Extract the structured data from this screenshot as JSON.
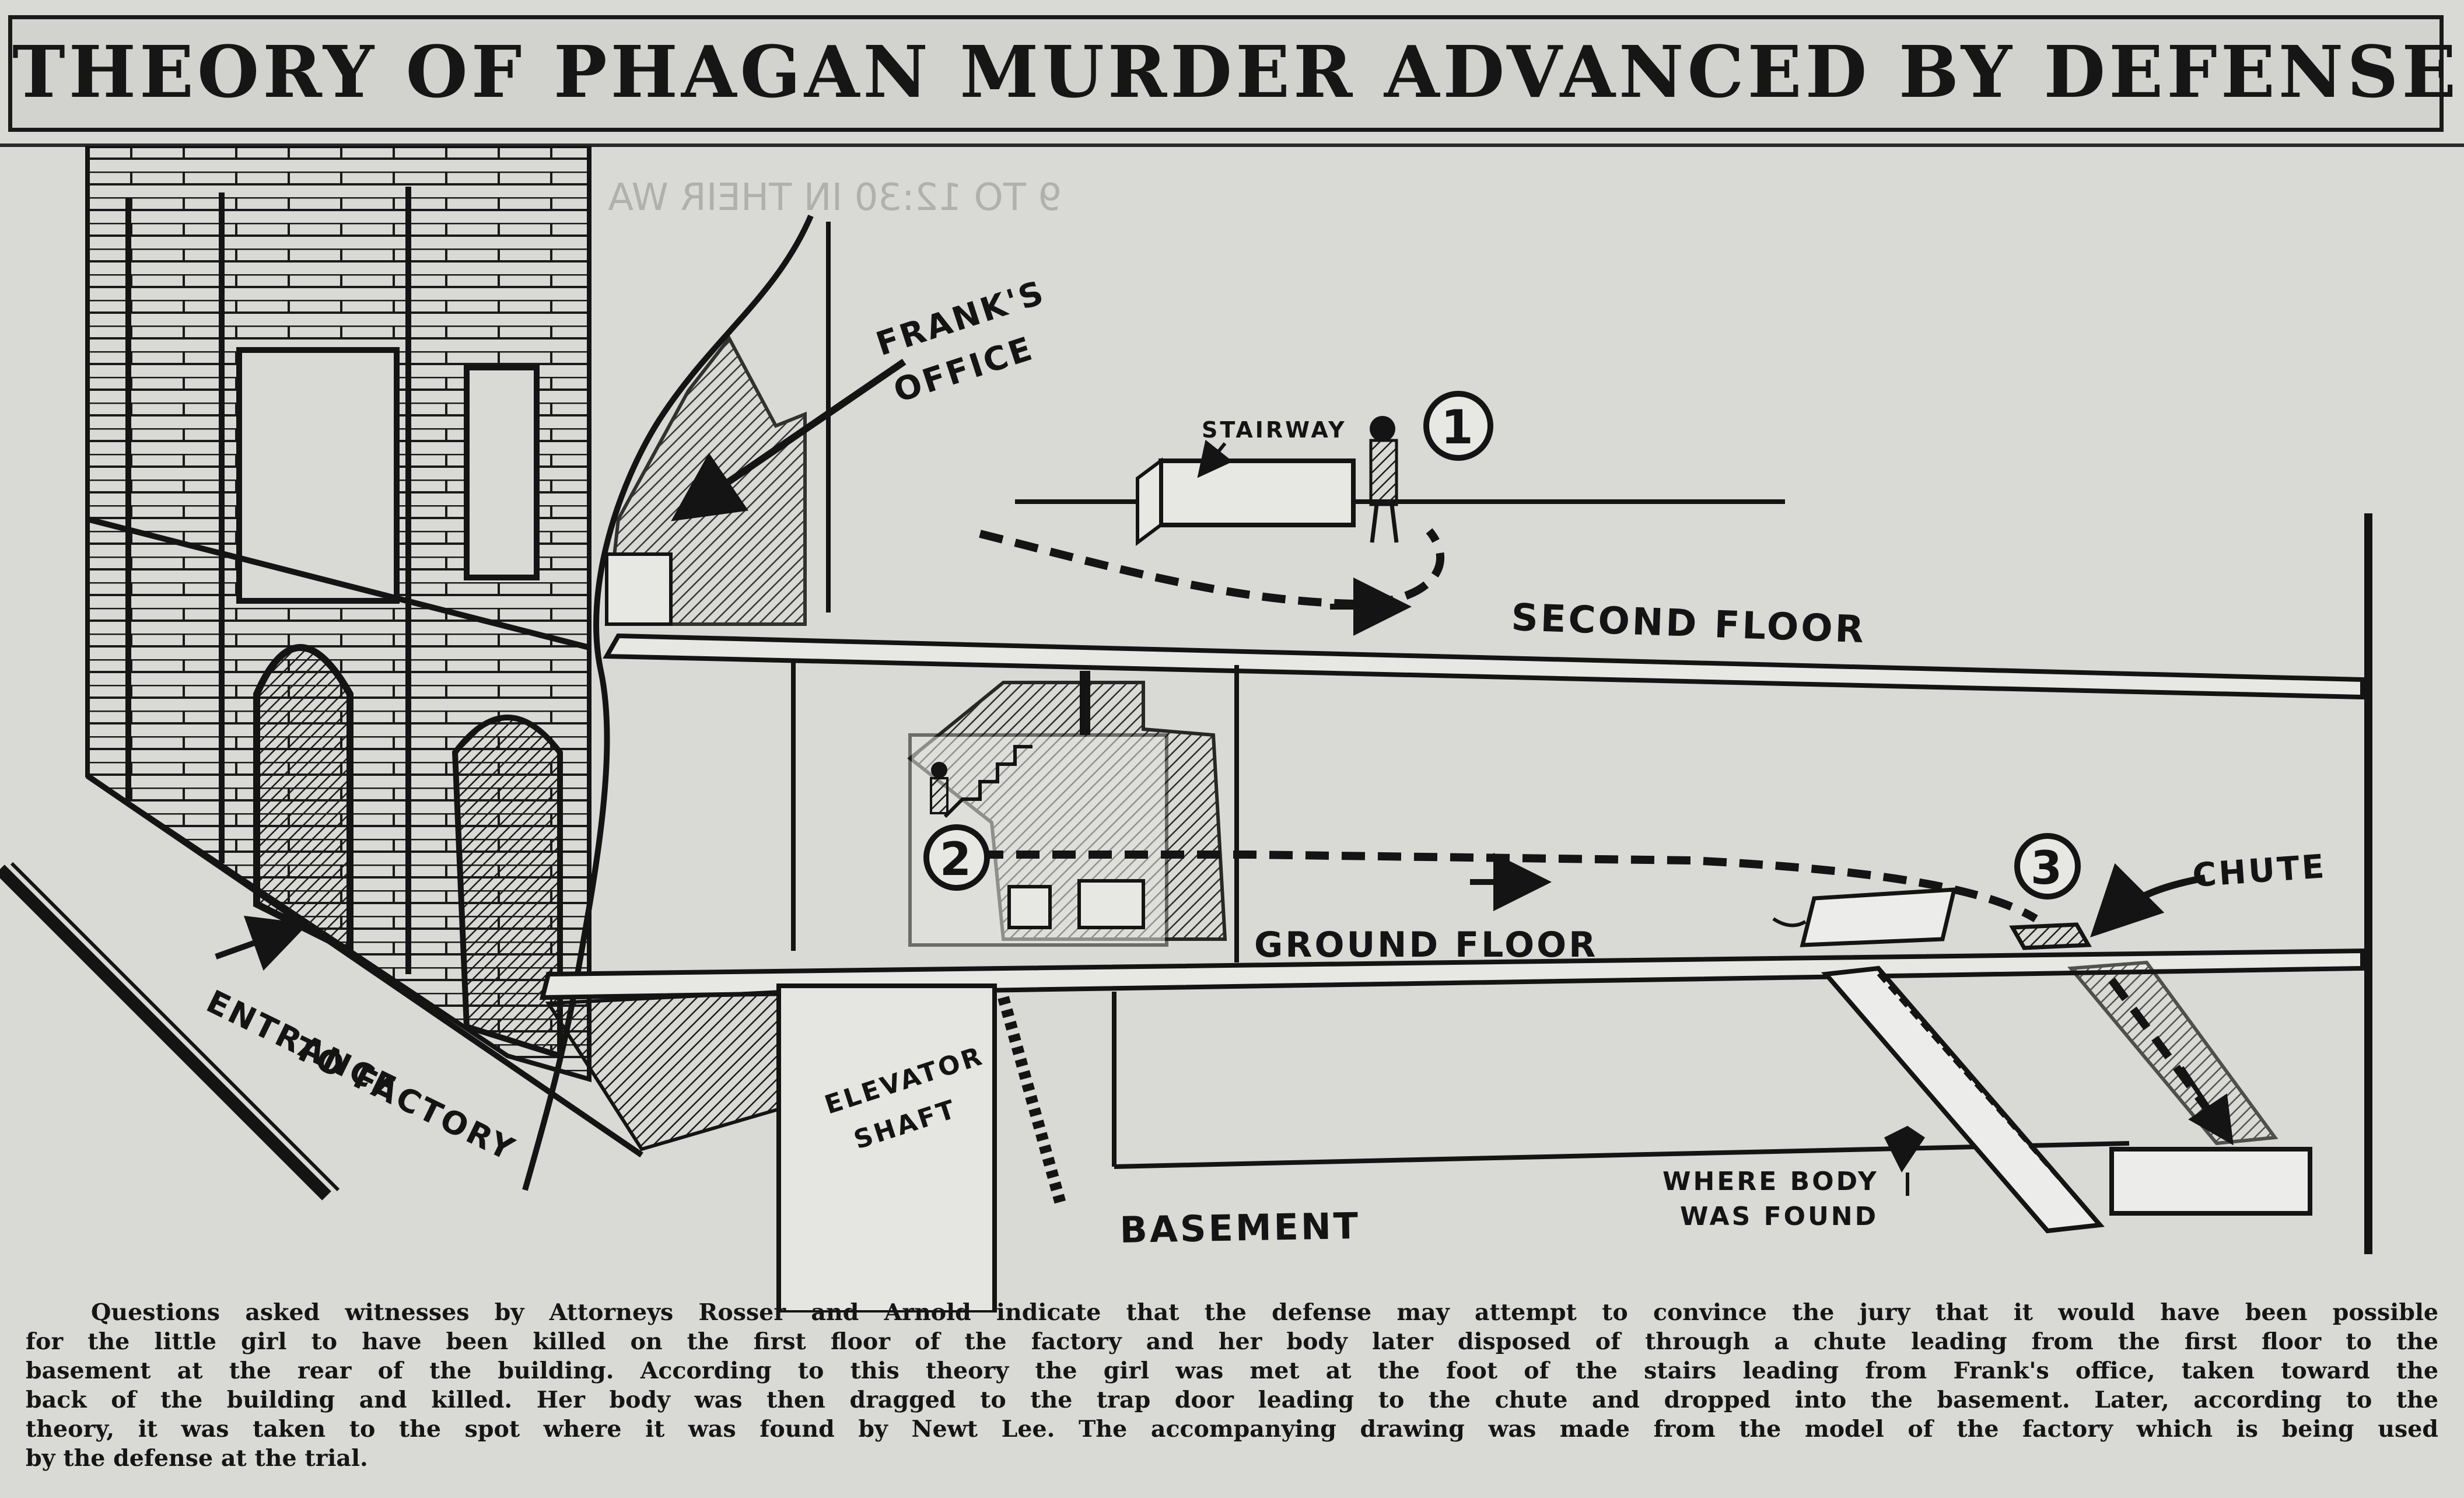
{
  "headline": "THEORY OF PHAGAN MURDER ADVANCED BY DEFENSE",
  "bleed_through": "9 TO 12:30 IN THEIR WA",
  "labels": {
    "franks_office": [
      "FRANK'S",
      "OFFICE"
    ],
    "stairway": "STAIRWAY",
    "marker_1": "1",
    "marker_2": "2",
    "marker_3": "3",
    "second_floor": "SECOND FLOOR",
    "ground_floor": "GROUND FLOOR",
    "chute": "CHUTE",
    "entrance": [
      "ENTRANCE",
      "TO FACTORY"
    ],
    "elevator_shaft": [
      "ELEVATOR",
      "SHAFT"
    ],
    "basement": "BASEMENT",
    "where_body": [
      "WHERE BODY",
      "WAS FOUND"
    ]
  },
  "caption": {
    "lines": [
      "Questions asked witnesses by Attorneys Rosser and Arnold indicate that the defense may attempt to convince the jury that it would have been possible",
      "for the little girl to have been killed on the first floor of the factory and her body later disposed of through a chute leading from the first floor to the",
      "basement at the rear of the building. According to this theory the girl was met at the foot of the stairs leading from Frank's office, taken toward the",
      "back of the building and killed. Her body was then dragged to the trap door leading to the chute and dropped into the basement. Later, according to the",
      "theory, it was taken to the spot where it was found by Newt Lee. The accompanying drawing was made from the model of the factory which is being used",
      "by the defense at the trial."
    ]
  }
}
